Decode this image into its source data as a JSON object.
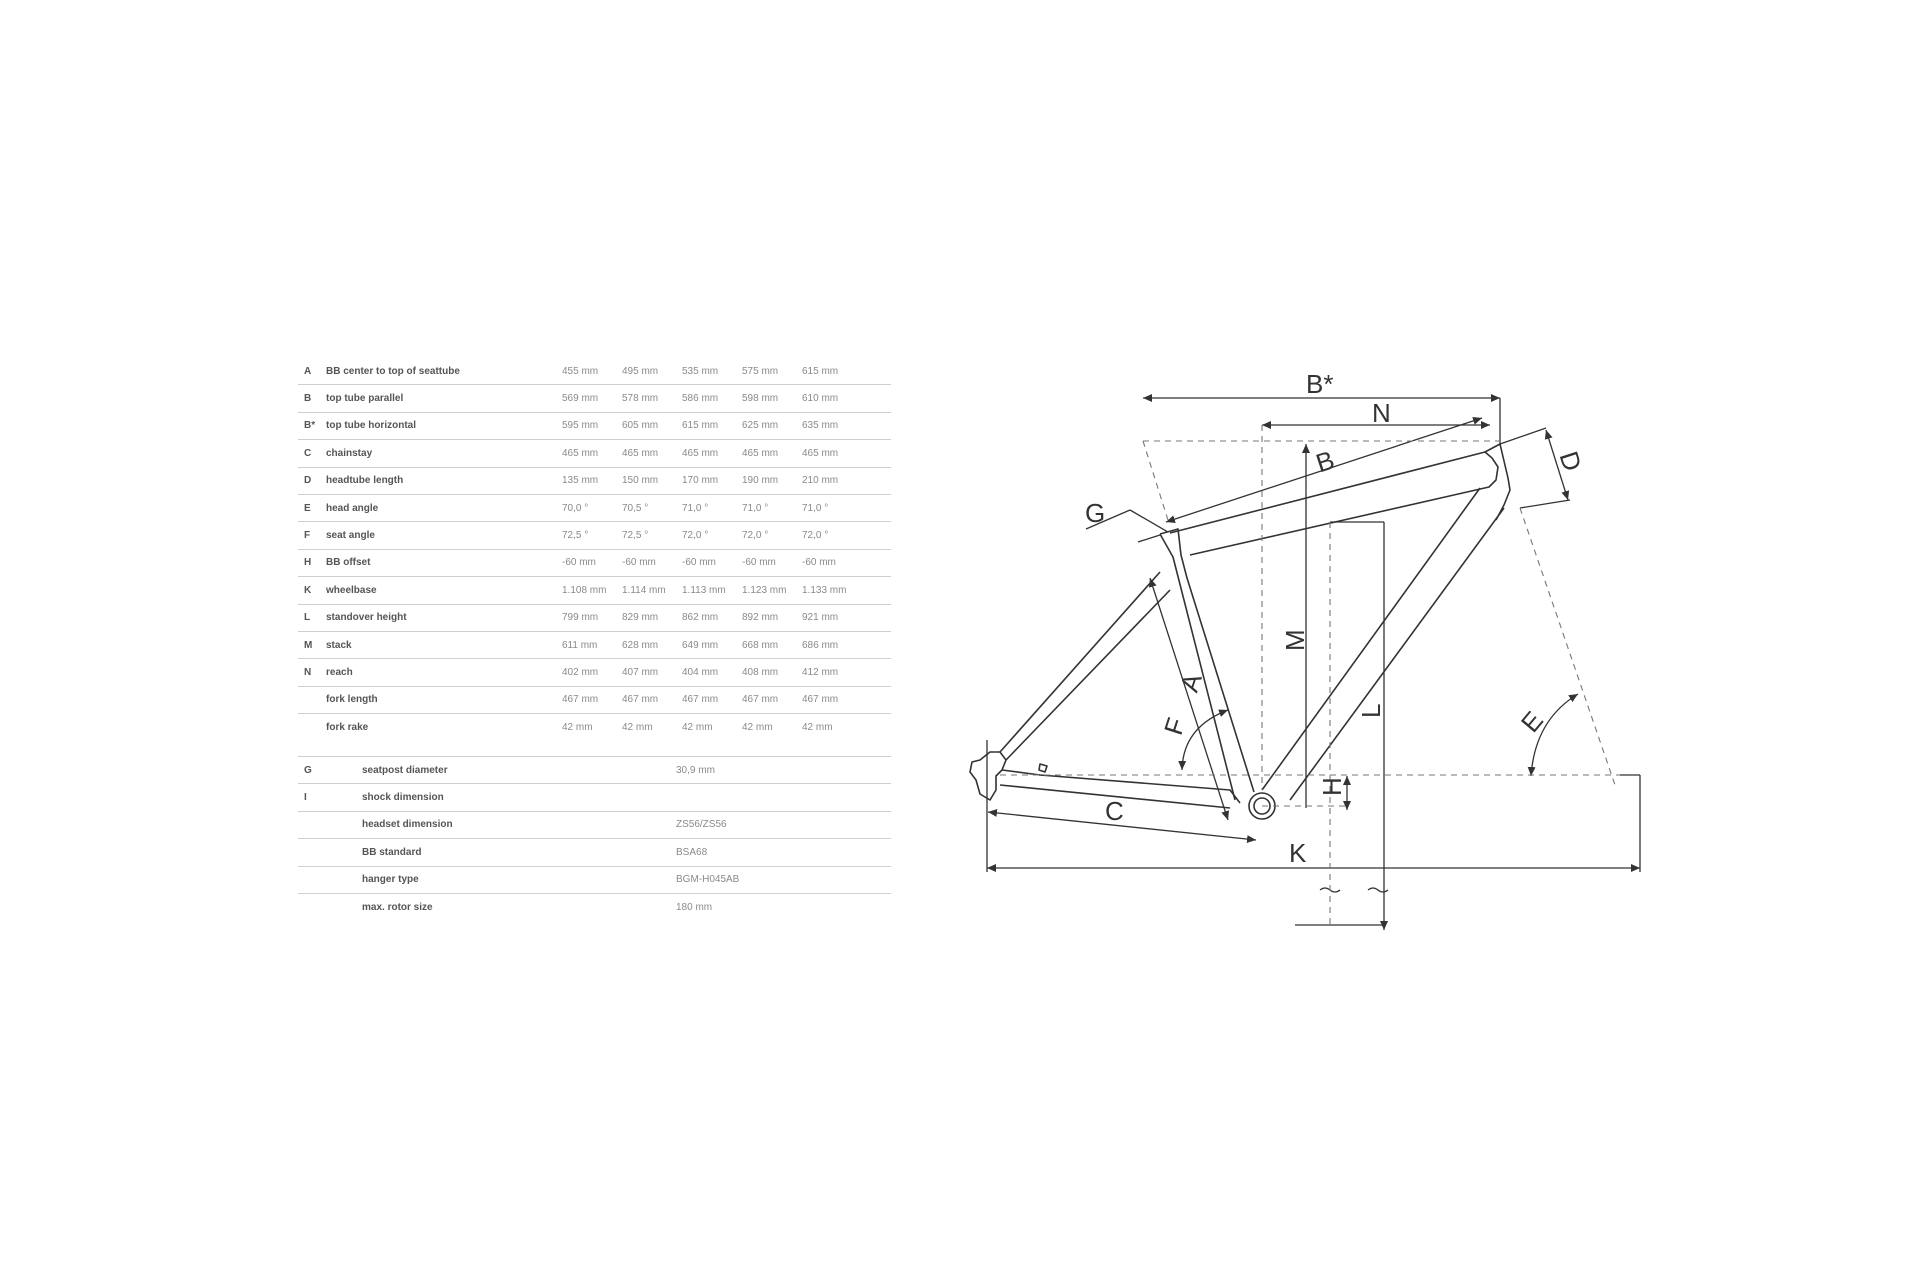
{
  "geometry": {
    "rows": [
      {
        "code": "A",
        "label": "BB center to top of seattube",
        "values": [
          "455 mm",
          "495 mm",
          "535 mm",
          "575 mm",
          "615 mm"
        ]
      },
      {
        "code": "B",
        "label": "top tube parallel",
        "values": [
          "569 mm",
          "578 mm",
          "586 mm",
          "598 mm",
          "610 mm"
        ]
      },
      {
        "code": "B*",
        "label": "top tube horizontal",
        "values": [
          "595 mm",
          "605 mm",
          "615 mm",
          "625 mm",
          "635 mm"
        ]
      },
      {
        "code": "C",
        "label": "chainstay",
        "values": [
          "465 mm",
          "465 mm",
          "465 mm",
          "465 mm",
          "465 mm"
        ]
      },
      {
        "code": "D",
        "label": "headtube length",
        "values": [
          "135 mm",
          "150 mm",
          "170 mm",
          "190 mm",
          "210 mm"
        ]
      },
      {
        "code": "E",
        "label": "head angle",
        "values": [
          "70,0 °",
          "70,5 °",
          "71,0 °",
          "71,0 °",
          "71,0 °"
        ]
      },
      {
        "code": "F",
        "label": "seat angle",
        "values": [
          "72,5 °",
          "72,5 °",
          "72,0 °",
          "72,0 °",
          "72,0 °"
        ]
      },
      {
        "code": "H",
        "label": "BB offset",
        "values": [
          "-60 mm",
          "-60 mm",
          "-60 mm",
          "-60 mm",
          "-60 mm"
        ]
      },
      {
        "code": "K",
        "label": "wheelbase",
        "values": [
          "1.108 mm",
          "1.114 mm",
          "1.113 mm",
          "1.123 mm",
          "1.133 mm"
        ]
      },
      {
        "code": "L",
        "label": "standover height",
        "values": [
          "799 mm",
          "829 mm",
          "862 mm",
          "892 mm",
          "921 mm"
        ]
      },
      {
        "code": "M",
        "label": "stack",
        "values": [
          "611 mm",
          "628 mm",
          "649 mm",
          "668 mm",
          "686 mm"
        ]
      },
      {
        "code": "N",
        "label": "reach",
        "values": [
          "402 mm",
          "407 mm",
          "404 mm",
          "408 mm",
          "412 mm"
        ]
      },
      {
        "code": "",
        "label": "fork length",
        "values": [
          "467 mm",
          "467 mm",
          "467 mm",
          "467 mm",
          "467 mm"
        ]
      },
      {
        "code": "",
        "label": "fork rake",
        "values": [
          "42 mm",
          "42 mm",
          "42 mm",
          "42 mm",
          "42 mm"
        ]
      }
    ]
  },
  "specs": {
    "rows": [
      {
        "code": "G",
        "label": "seatpost diameter",
        "value": "30,9 mm"
      },
      {
        "code": "I",
        "label": "shock dimension",
        "value": ""
      },
      {
        "code": "",
        "label": "headset dimension",
        "value": "ZS56/ZS56"
      },
      {
        "code": "",
        "label": "BB standard",
        "value": "BSA68"
      },
      {
        "code": "",
        "label": "hanger type",
        "value": "BGM-H045AB"
      },
      {
        "code": "",
        "label": "max. rotor size",
        "value": "180 mm"
      }
    ]
  },
  "diagram": {
    "labels": {
      "b_star": "B*",
      "n": "N",
      "b": "B",
      "d": "D",
      "g": "G",
      "m": "M",
      "a": "A",
      "f": "F",
      "l": "L",
      "e": "E",
      "h": "H",
      "c": "C",
      "k": "K"
    },
    "line_color": "#333333",
    "dash_color": "#777777"
  }
}
